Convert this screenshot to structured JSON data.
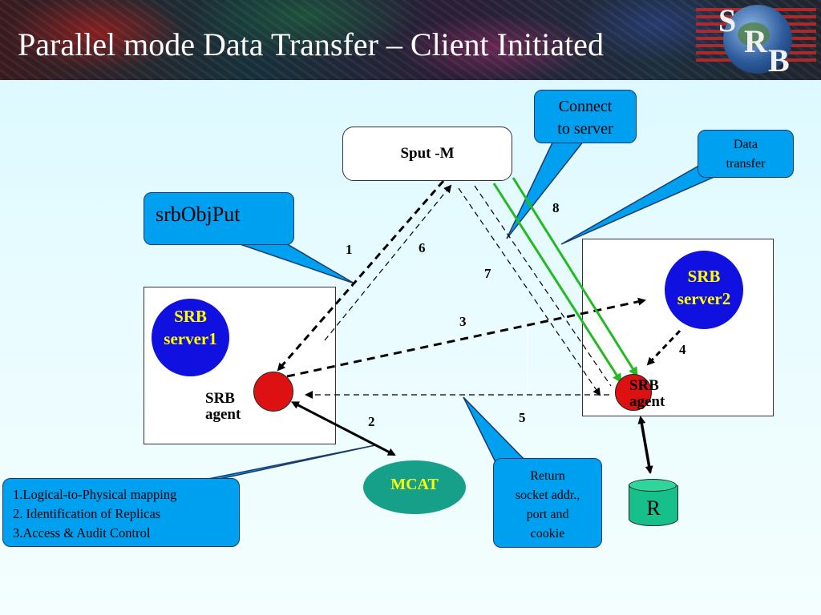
{
  "title": "Parallel mode Data Transfer – Client Initiated",
  "logo": {
    "letters": [
      "S",
      "R",
      "B"
    ]
  },
  "client": {
    "label": "Sput -M"
  },
  "server1": {
    "label_line1": "SRB",
    "label_line2": "server1"
  },
  "server2": {
    "label_line1": "SRB",
    "label_line2": "server2"
  },
  "agent1": {
    "label_line1": "SRB",
    "label_line2": "agent"
  },
  "agent2": {
    "label_line1": "SRB",
    "label_line2": "agent"
  },
  "mcat": {
    "label": "MCAT"
  },
  "resource": {
    "label": "R"
  },
  "callouts": {
    "srbobjput": "srbObjPut",
    "connect": [
      "Connect",
      "to server"
    ],
    "data_transfer": [
      "Data",
      "transfer"
    ],
    "mcat_functions": [
      "1.Logical-to-Physical mapping",
      "2. Identification of Replicas",
      "3.Access & Audit Control"
    ],
    "return_socket": [
      "Return",
      "socket addr.,",
      "port and",
      "cookie"
    ]
  },
  "step_numbers": [
    "1",
    "2",
    "3",
    "4",
    "5",
    "6",
    "7",
    "8"
  ],
  "colors": {
    "callout": "#00a0f0",
    "server_circle": "#1010e0",
    "server_text": "#ffff00",
    "agent": "#dd1111",
    "mcat": "#16a08a",
    "resource": "#16c08a",
    "data_arrow": "#22bb22"
  }
}
